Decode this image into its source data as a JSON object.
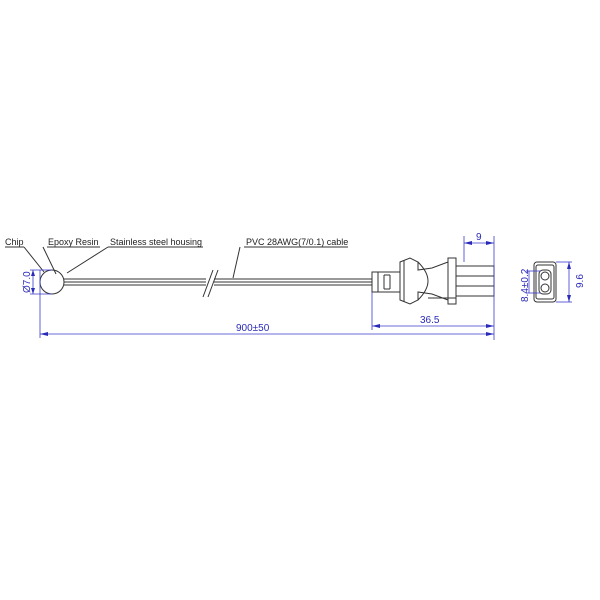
{
  "drawing": {
    "labels": {
      "chip": "Chip",
      "epoxy": "Epoxy Resin",
      "housing": "Stainless steel housing",
      "cable": "PVC 28AWG(7/0.1) cable"
    },
    "dimensions": {
      "diameter": "Ø7.0",
      "total_length": "900±50",
      "connector_length": "36.5",
      "pin_length": "9",
      "connector_height": "9.6",
      "pin_spacing": "8.4±0.2"
    },
    "colors": {
      "line": "#333333",
      "dimension": "#2a2ab8"
    }
  }
}
